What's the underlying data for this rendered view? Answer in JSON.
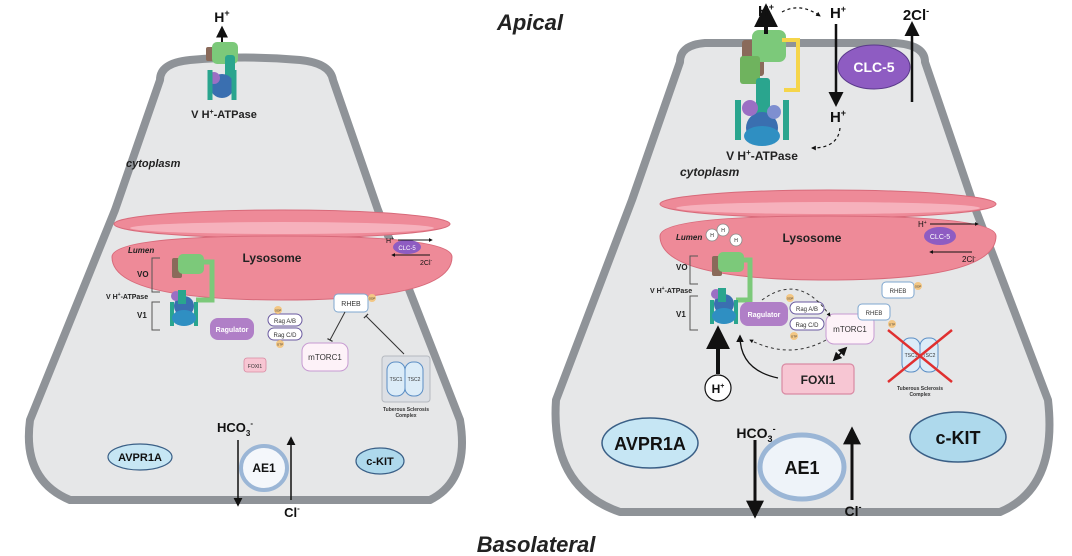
{
  "figure": {
    "top_label": "Apical",
    "bottom_label": "Basolateral"
  },
  "proton": {
    "base": "H",
    "sup": "+"
  },
  "chloride": {
    "base": "Cl",
    "sup": "-"
  },
  "two_chloride": {
    "base": "2Cl",
    "sup": "-"
  },
  "left_cell": {
    "cytoplasm": "cytoplasm",
    "vatpase": {
      "pre": "V H",
      "sup": "+",
      "post": "-ATPase"
    },
    "lysosome": "Lysosome",
    "lumen": "Lumen",
    "vo": "VO",
    "v1": "V1",
    "clc5": "CLC-5",
    "ragulator": "Ragulator",
    "rag_ab": "Rag A/B",
    "rag_cd": "Rag C/D",
    "gdp": "GDP",
    "gtp": "GTP",
    "rheb": "RHEB",
    "mtorc1": "mTORC1",
    "foxi1": "FOXI1",
    "tsc1": "TSC1",
    "tsc2": "TSC2",
    "tsc_label_1": "Tuberous Sclerosis",
    "tsc_label_2": "Complex",
    "hco3": {
      "base": "HCO",
      "sub": "3",
      "sup": "-"
    },
    "ae1": "AE1",
    "avpr1a": "AVPR1A",
    "ckit": "c-KIT"
  },
  "right_cell": {
    "cytoplasm": "cytoplasm",
    "vatpase": {
      "pre": "V H",
      "sup": "+",
      "post": "-ATPase"
    },
    "clc5_membrane": "CLC-5",
    "lysosome": "Lysosome",
    "lumen": "Lumen",
    "vo": "VO",
    "v1": "V1",
    "clc5": "CLC-5",
    "ragulator": "Ragulator",
    "rag_ab": "Rag A/B",
    "rag_cd": "Rag C/D",
    "gdp": "GDP",
    "gtp": "GTP",
    "rheb": "RHEB",
    "mtorc1": "mTORC1",
    "foxi1": "FOXI1",
    "tsc1": "TSC1",
    "tsc2": "TSC2",
    "tsc_label_1": "Tuberous Sclerosis",
    "tsc_label_2": "Complex",
    "hco3": {
      "base": "HCO",
      "sub": "3",
      "sup": "-"
    },
    "ae1": "AE1",
    "avpr1a": "AVPR1A",
    "ckit": "c-KIT"
  },
  "colors": {
    "cell_fill": "#e6e7e8",
    "cell_stroke": "#8f9398",
    "lysosome": "#ee8a98",
    "lysosome_dark": "#d86a7a",
    "vatpase_green": "#7cc97a",
    "vatpase_teal": "#2aa58e",
    "vatpase_blue": "#3a6fb0",
    "vatpase_purple": "#9b6fc4",
    "ragulator": "#b07fc7",
    "foxi1": "#f7c6d3",
    "clc5": "#8e5cc2",
    "receptor": "#c6e6f4",
    "ae1_stroke": "#9bb6d6",
    "gdp": "#f3c784",
    "cross": "#e03030"
  }
}
